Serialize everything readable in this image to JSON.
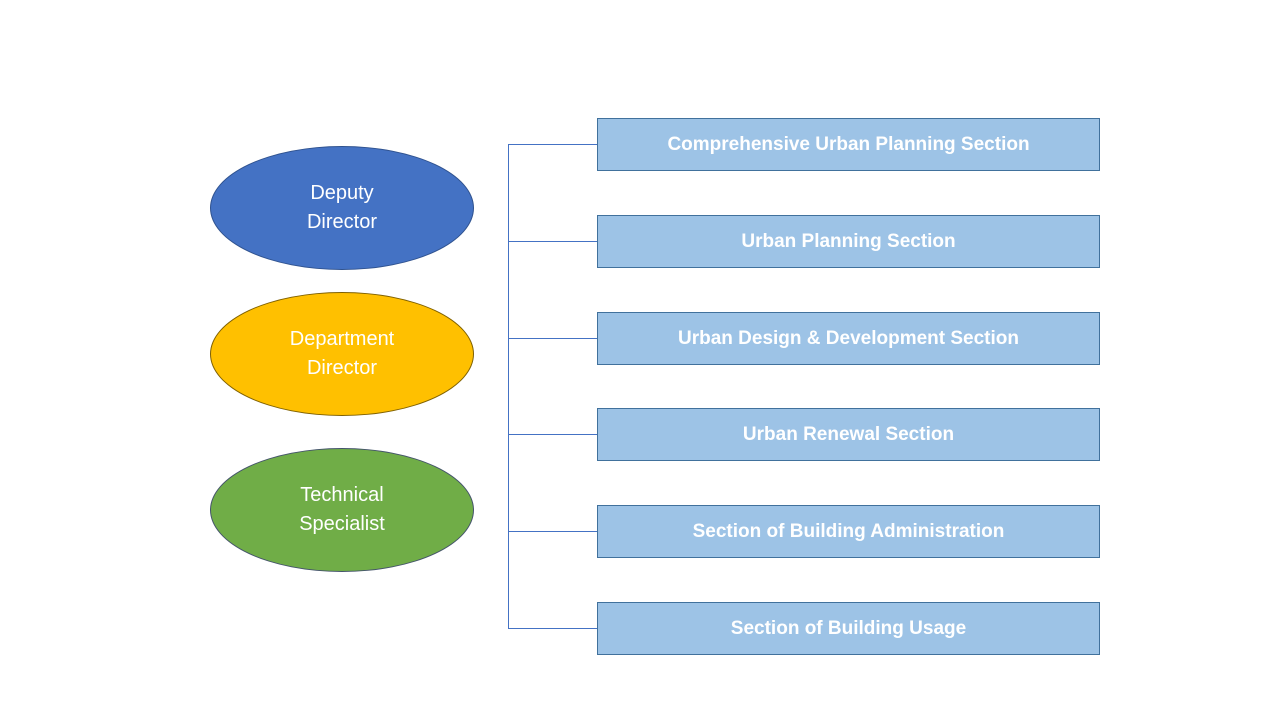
{
  "diagram": {
    "background": "#FFFFFF",
    "connector_color": "#4472C4",
    "roles": [
      {
        "label": "Deputy Director",
        "fill": "#4472C4",
        "border": "#2F528F",
        "text_color": "#FFFFFF"
      },
      {
        "label": "Department Director",
        "fill": "#FFC000",
        "border": "#7F6000",
        "text_color": "#FFFFFF"
      },
      {
        "label": "Technical Specialist",
        "fill": "#70AD47",
        "border": "#44546A",
        "text_color": "#FFFFFF"
      }
    ],
    "section_style": {
      "fill": "#9DC3E6",
      "border": "#41719C",
      "text_color": "#FFFFFF"
    },
    "sections": [
      {
        "label": "Comprehensive Urban Planning Section"
      },
      {
        "label": "Urban Planning Section"
      },
      {
        "label": "Urban Design & Development Section"
      },
      {
        "label": "Urban Renewal Section"
      },
      {
        "label": "Section of Building Administration"
      },
      {
        "label": "Section of Building Usage"
      }
    ]
  }
}
